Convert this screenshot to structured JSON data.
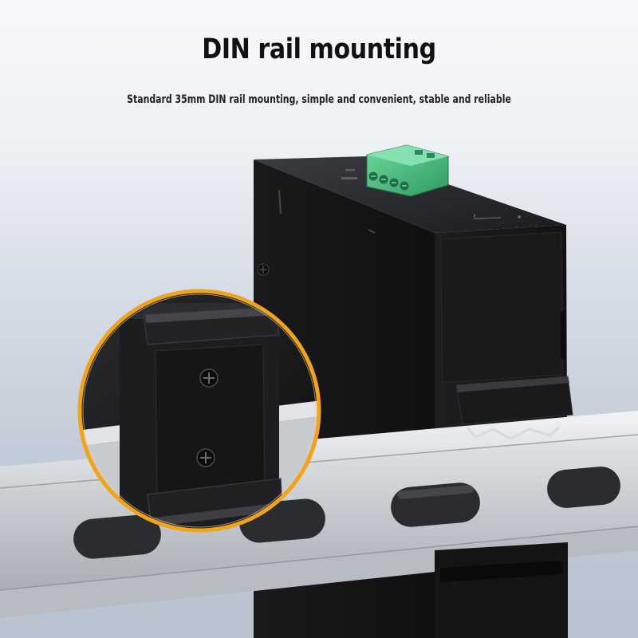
{
  "header": {
    "title": "DIN rail mounting",
    "subtitle": "Standard 35mm DIN rail mounting, simple and convenient, stable and reliable"
  },
  "colors": {
    "accent_ring": "#f0a31e",
    "device_body": "#151515",
    "terminal_block": "#3fb879",
    "rail": "#c9ccd0"
  },
  "icons": {
    "zoom_inset": "magnified-clip-detail",
    "screw": "cross-screw-icon",
    "terminal": "green-terminal-block"
  }
}
